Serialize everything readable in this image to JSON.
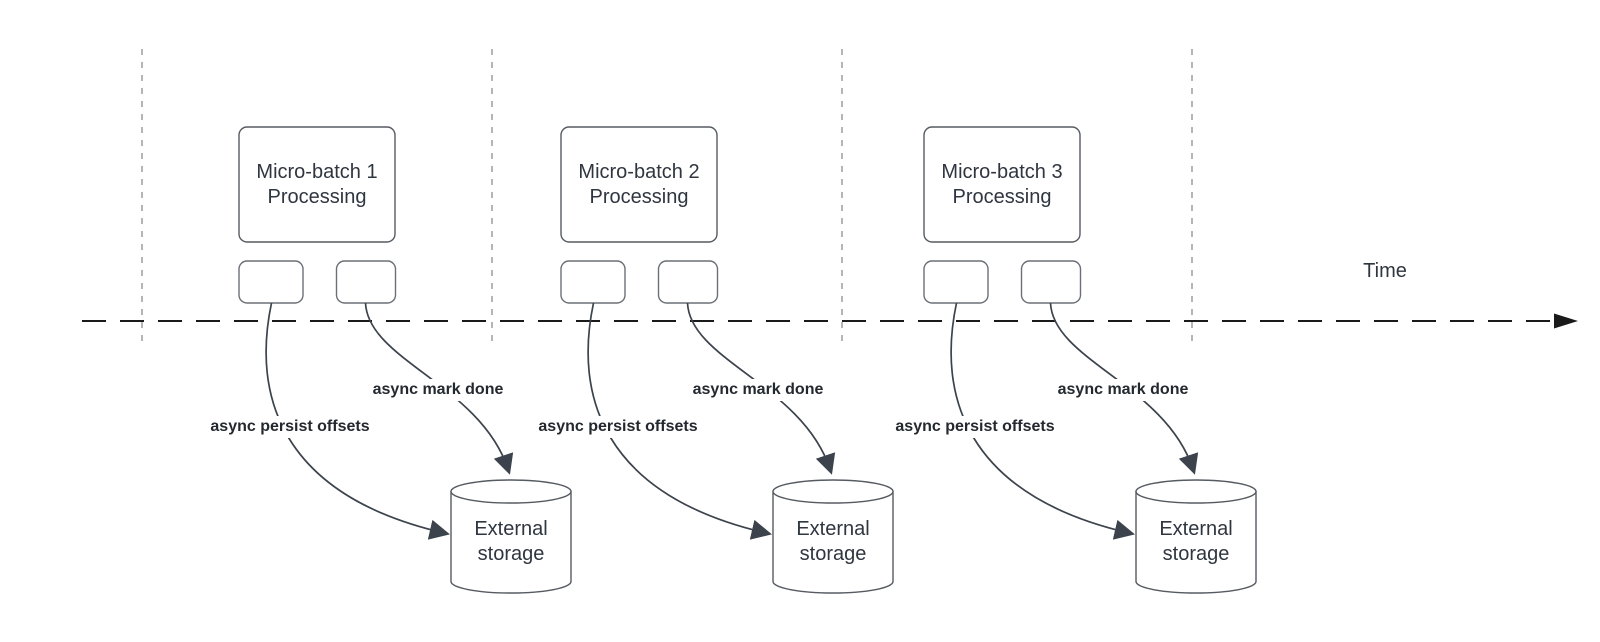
{
  "diagram": {
    "time_axis": {
      "label": "Time"
    },
    "batches": [
      {
        "process_label": "Micro-batch 1 Processing",
        "persist_arrow_label": "async persist offsets",
        "done_arrow_label": "async mark done",
        "storage_label": "External storage"
      },
      {
        "process_label": "Micro-batch 2 Processing",
        "persist_arrow_label": "async persist offsets",
        "done_arrow_label": "async mark done",
        "storage_label": "External storage"
      },
      {
        "process_label": "Micro-batch 3 Processing",
        "persist_arrow_label": "async persist offsets",
        "done_arrow_label": "async mark done",
        "storage_label": "External storage"
      }
    ],
    "colors": {
      "background": "#ffffff",
      "shape_stroke": "#565b61",
      "shape_fill": "#ffffff",
      "arrow": "#3c434c",
      "guide_line": "#a3a3a3",
      "timeline": "#1a1a1a",
      "text": "#2f3640",
      "arrow_label_text": "#23292f"
    }
  }
}
